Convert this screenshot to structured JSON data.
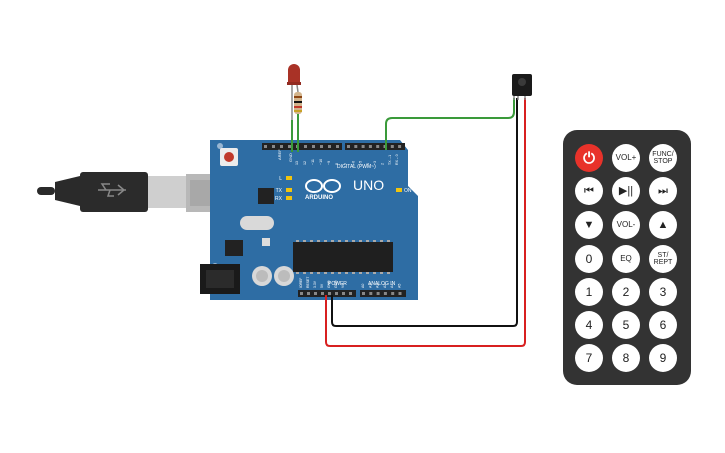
{
  "board": {
    "brand_model": "UNO",
    "brand_name": "ARDUINO",
    "digital_header_label": "DIGITAL (PWM~)",
    "power_label": "POWER",
    "analog_label": "ANALOG IN",
    "led_l_label": "L",
    "led_tx_label": "TX",
    "led_rx_label": "RX",
    "on_label": "ON",
    "aref_label": "AREF",
    "gnd_label": "GND",
    "pin_labels_top": [
      "13",
      "12",
      "~11",
      "~10",
      "~9",
      "8",
      "7",
      "~6",
      "~5",
      "4",
      "~3",
      "2",
      "TX→1",
      "RX←0"
    ],
    "power_pins": [
      "IOREF",
      "RESET",
      "3.3V",
      "5V",
      "GND",
      "GND",
      "Vin"
    ],
    "analog_pins": [
      "A0",
      "A1",
      "A2",
      "A3",
      "A4",
      "A5"
    ],
    "color": "#2e6da4"
  },
  "wires": {
    "green": "#3a9a3a",
    "black": "#111111",
    "red": "#d82020"
  },
  "remote": {
    "buttons": {
      "power": "⏻",
      "vol_up": "VOL+",
      "func_line1": "FUNC/",
      "func_line2": "STOP",
      "prev": "⏮",
      "play_pause": "▶||",
      "next": "⏭",
      "down": "▼",
      "vol_down": "VOL-",
      "up": "▲",
      "zero": "0",
      "eq": "EQ",
      "st_line1": "ST/",
      "st_line2": "REPT",
      "one": "1",
      "two": "2",
      "three": "3",
      "four": "4",
      "five": "5",
      "six": "6",
      "seven": "7",
      "eight": "8",
      "nine": "9"
    },
    "body_color": "#333333",
    "power_color": "#e8322a"
  }
}
